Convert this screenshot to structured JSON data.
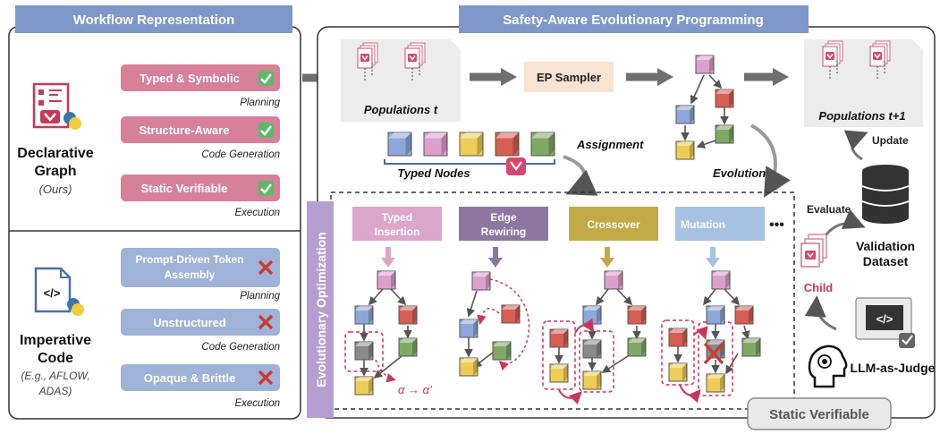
{
  "left_panel": {
    "header": "Workflow Representation",
    "declarative": {
      "title_line1": "Declarative",
      "title_line2": "Graph",
      "note": "(Ours)",
      "features": [
        {
          "label": "Typed & Symbolic",
          "caption": "Planning",
          "status": "check"
        },
        {
          "label": "Structure-Aware",
          "caption": "Code Generation",
          "status": "check"
        },
        {
          "label": "Static Verifiable",
          "caption": "Execution",
          "status": "check"
        }
      ]
    },
    "imperative": {
      "title_line1": "Imperative",
      "title_line2": "Code",
      "note_line1": "(E.g., AFLOW,",
      "note_line2": "ADAS)",
      "features": [
        {
          "label_line1": "Prompt-Driven Token",
          "label_line2": "Assembly",
          "caption": "Planning",
          "status": "cross"
        },
        {
          "label_line1": "Unstructured",
          "label_line2": "",
          "caption": "Code Generation",
          "status": "cross"
        },
        {
          "label_line1": "Opaque & Brittle",
          "label_line2": "",
          "caption": "Execution",
          "status": "cross"
        }
      ]
    }
  },
  "right_panel": {
    "header": "Safety-Aware Evolutionary Programming",
    "populations_t": "Populations t",
    "ep_sampler": "EP Sampler",
    "populations_t1": "Populations t+1",
    "typed_nodes": "Typed Nodes",
    "assignment": "Assignment",
    "evolution": "Evolution",
    "update": "Update",
    "evaluate": "Evaluate",
    "validation_line1": "Validation",
    "validation_line2": "Dataset",
    "child": "Child",
    "llm_judge": "LLM-as-Judge",
    "static_verifiable": "Static Verifiable",
    "evo_opt": "Evolutionary Optimization",
    "operators": [
      {
        "line1": "Typed",
        "line2": "Insertion",
        "color": "#dca6c8"
      },
      {
        "line1": "Edge",
        "line2": "Rewiring",
        "color": "#8c76a2"
      },
      {
        "line1": "Crossover",
        "line2": "",
        "color": "#c2aa46"
      },
      {
        "line1": "Mutation",
        "line2": "",
        "color": "#a7c1e3"
      }
    ],
    "ellipsis": "•••",
    "alpha_label": "α → α’",
    "code_icon_text": "</>"
  },
  "colors": {
    "header_blue": "#7f98c9",
    "pink_box": "#d7809a",
    "blue_box": "#9fb3d8",
    "node_blue": "#8ea7da",
    "node_pink": "#dda0cd",
    "node_yellow": "#efcc57",
    "node_red": "#d55f53",
    "node_green": "#7fa865",
    "node_gray": "#8a8a8a",
    "evo_purple": "#b59fd0",
    "check_green": "#5fb86a",
    "cross_red": "#cc3a32"
  }
}
